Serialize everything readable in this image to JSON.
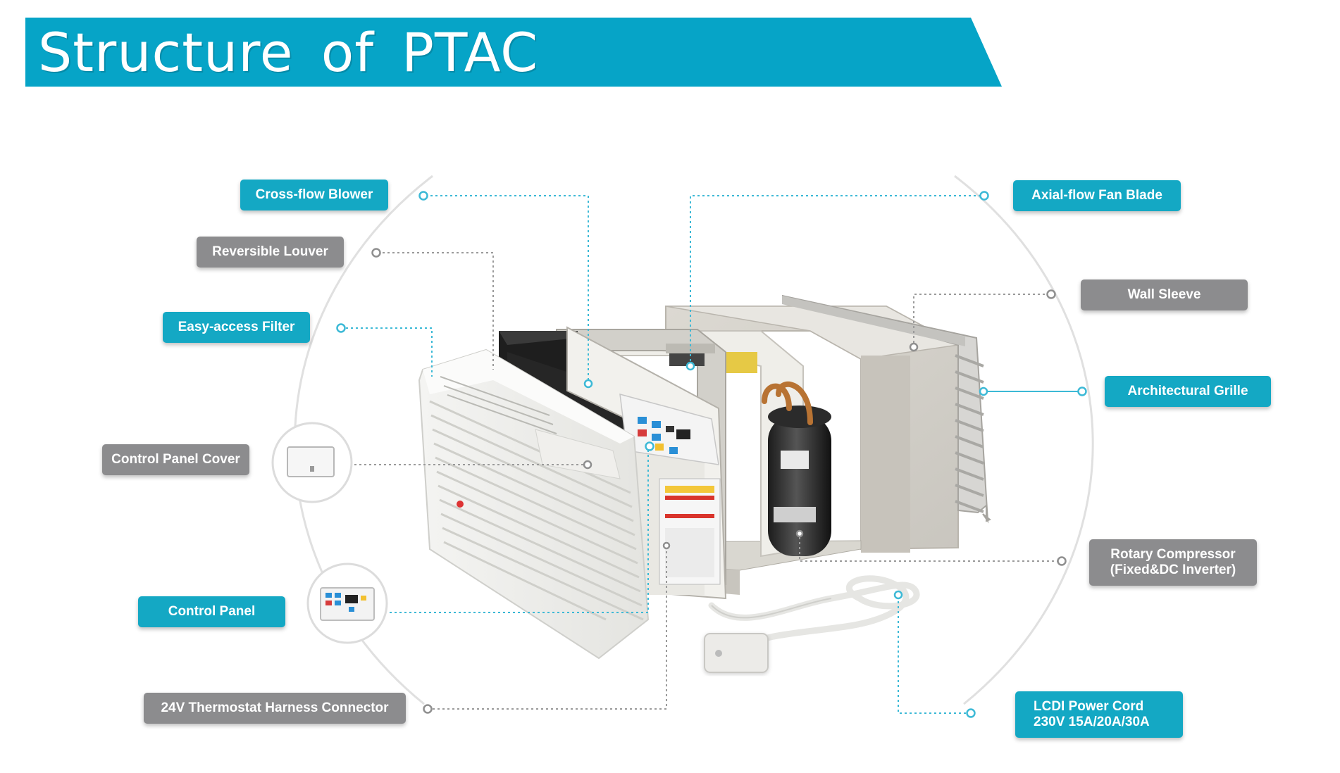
{
  "title": "Structure of PTAC",
  "colors": {
    "banner": "#06a4c7",
    "teal_label": "#14a8c4",
    "gray_label": "#8c8c8e",
    "leader_teal": "#3cb9d6",
    "leader_gray": "#9a9a9a"
  },
  "components": {
    "cross_flow_blower": "Cross-flow Blower",
    "reversible_louver": "Reversible Louver",
    "easy_access_filter": "Easy-access Filter",
    "control_panel_cover": "Control Panel Cover",
    "control_panel": "Control Panel",
    "thermostat_connector": "24V Thermostat Harness Connector",
    "axial_flow_fan_blade": "Axial-flow Fan Blade",
    "wall_sleeve": "Wall Sleeve",
    "architectural_grille": "Architectural Grille",
    "rotary_compressor_line1": "Rotary Compressor",
    "rotary_compressor_line2": "(Fixed&DC Inverter)",
    "power_cord_line1": "LCDI Power Cord",
    "power_cord_line2": "230V 15A/20A/30A"
  },
  "icons": {
    "control_panel_cover_thumb": "control-panel-cover-icon",
    "control_panel_thumb": "control-panel-icon",
    "ptac_unit": "ptac-unit-illustration"
  }
}
